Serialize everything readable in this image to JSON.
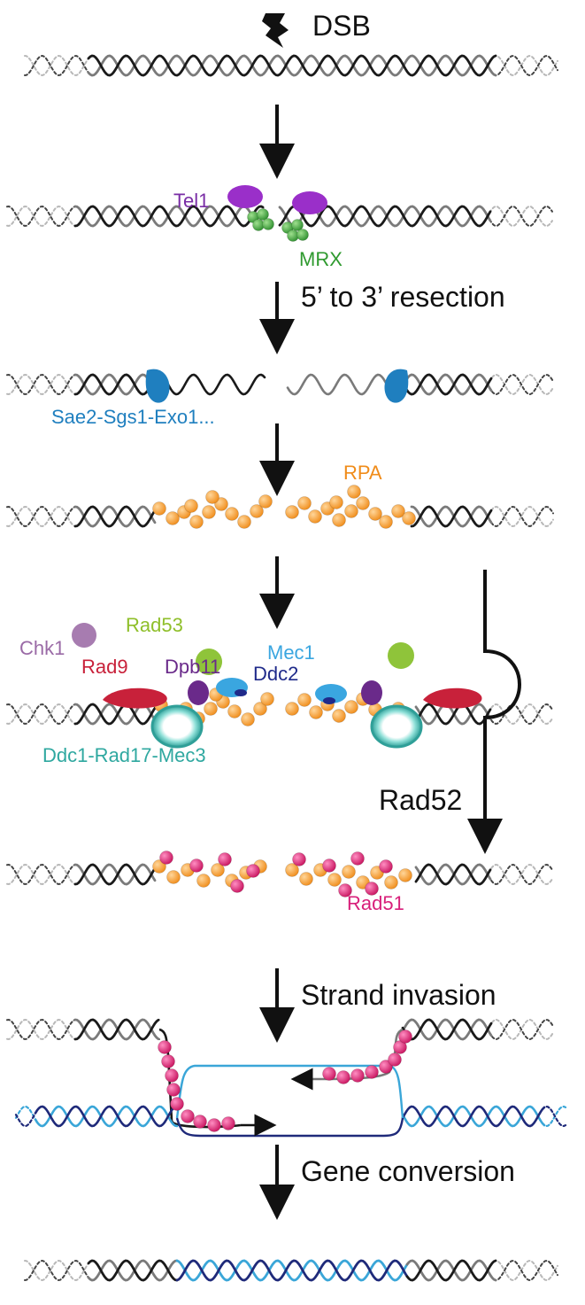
{
  "labels": {
    "dsb": "DSB",
    "tel1": "Tel1",
    "mrx": "MRX",
    "resection": "5’ to 3’ resection",
    "sae2": "Sae2-Sgs1-Exo1...",
    "rpa": "RPA",
    "rad53": "Rad53",
    "chk1": "Chk1",
    "mec1": "Mec1",
    "rad9": "Rad9",
    "dpb11": "Dpb11",
    "ddc2": "Ddc2",
    "ddc1": "Ddc1-Rad17-Mec3",
    "rad52": "Rad52",
    "rad51": "Rad51",
    "strand_invasion": "Strand invasion",
    "gene_conversion": "Gene conversion"
  },
  "colors": {
    "dna_black": "#1a1a1a",
    "dna_grey": "#7a7a7a",
    "dna_light": "#b8b8b8",
    "donor_dark": "#1f2a7a",
    "donor_light": "#3aa6d8",
    "tel1": "#9a2fc9",
    "mrx": "#3aa83a",
    "sae2": "#1f7fbf",
    "rpa": "#f7a13a",
    "rad53": "#8fc43a",
    "chk1": "#a77cb0",
    "mec1": "#3aa6e0",
    "rad9": "#c8213a",
    "dpb11": "#6a2a8a",
    "ddc2": "#1f2a8a",
    "ddc1": "#3ab0a8",
    "rad51": "#e0227a"
  },
  "icons": {
    "dsb": "lightning-bolt-icon",
    "step_arrow": "down-arrow-icon"
  }
}
